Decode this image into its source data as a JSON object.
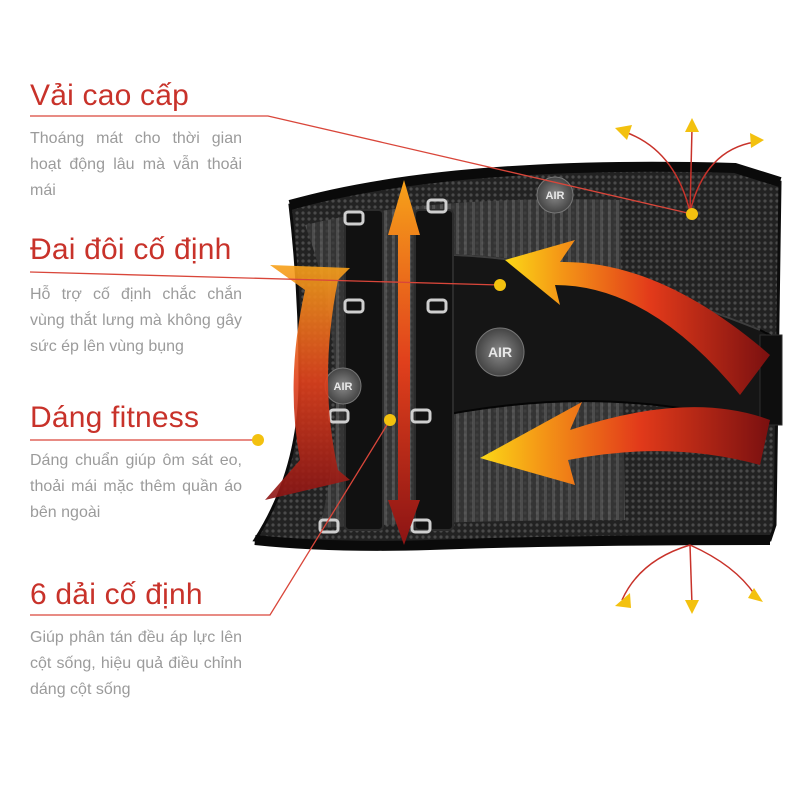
{
  "features": [
    {
      "title": "Vải cao cấp",
      "description": "Thoáng mát cho thời gian hoạt động lâu mà vẫn thoải mái"
    },
    {
      "title": "Đai đôi cố định",
      "description": "Hỗ trợ cố định chắc chắn vùng thắt lưng mà không gây sức ép lên vùng bụng"
    },
    {
      "title": "Dáng fitness",
      "description": "Dáng chuẩn giúp ôm sát eo, thoải mái mặc thêm quần áo bên ngoài"
    },
    {
      "title": "6 dải cố định",
      "description": "Giúp phân tán đều áp lực lên cột sống, hiệu quả điều chỉnh dáng cột sống"
    }
  ],
  "air_badges": [
    "AIR",
    "AIR",
    "AIR"
  ],
  "colors": {
    "title_red": "#c8322a",
    "description_gray": "#9b9b9b",
    "callout_line": "#d9463a",
    "marker_yellow": "#f3c10f",
    "belt_black": "#1b1b1b",
    "mesh_gray": "#3a3a3a"
  },
  "icons": [
    "air-badge-icon",
    "heat-flow-arrow-icon",
    "ventilation-arrow-icon",
    "callout-dot-icon"
  ]
}
